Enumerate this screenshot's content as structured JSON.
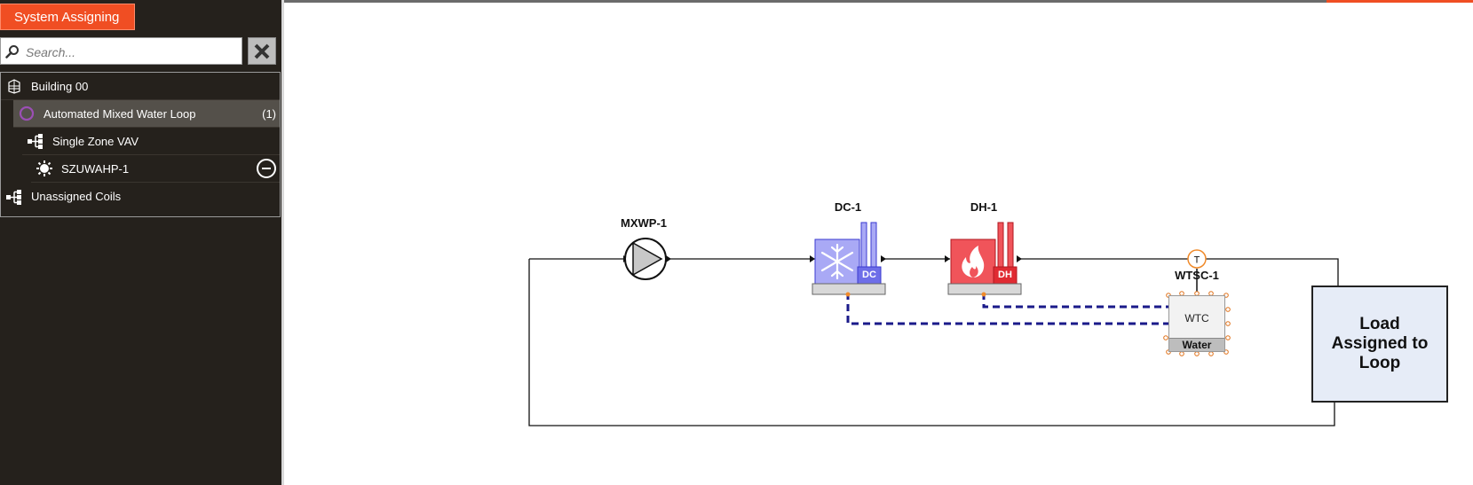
{
  "panel": {
    "title": "System Assigning"
  },
  "search": {
    "placeholder": "Search..."
  },
  "tree": {
    "items": [
      {
        "label": "Building 00",
        "icon": "building-icon"
      },
      {
        "label": "Automated Mixed Water Loop",
        "icon": "loop-icon",
        "count": "(1)",
        "selected": true
      },
      {
        "label": "Single Zone VAV",
        "icon": "system-branch-icon"
      },
      {
        "label": "SZUWAHP-1",
        "icon": "unit-gear-icon"
      },
      {
        "label": "Unassigned Coils",
        "icon": "system-branch-icon"
      }
    ]
  },
  "diagram": {
    "pump": {
      "label": "MXWP-1"
    },
    "cooler": {
      "label": "DC-1",
      "tag": "DC"
    },
    "heater": {
      "label": "DH-1",
      "tag": "DH"
    },
    "controller": {
      "label": "WTSC-1",
      "box_text": "WTC",
      "footer": "Water",
      "sensor": "T"
    },
    "load": {
      "text": "Load Assigned to Loop"
    }
  },
  "colors": {
    "accent": "#f04e23",
    "sidebar_bg": "#25211c",
    "cooler_fill": "#a9a9f5",
    "heater_fill": "#f0545a",
    "control_line": "#1a1a8a",
    "load_fill": "#e6ecf7"
  }
}
